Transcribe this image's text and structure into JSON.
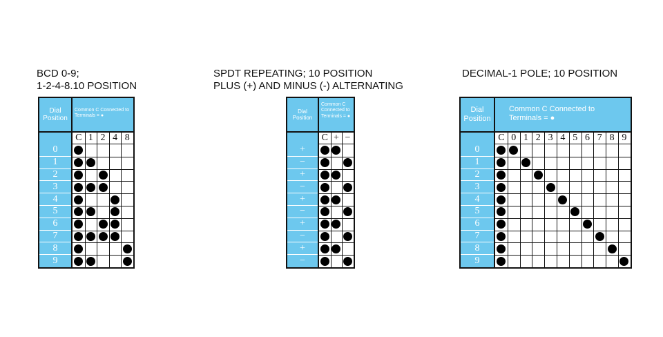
{
  "tables": [
    {
      "id": "bcd",
      "title_lines": [
        "BCD 0-9;",
        "1-2-4-8.10 POSITION"
      ],
      "left_header": "Dial Position",
      "right_header": "Common C Connected to Terminals = ●",
      "columns": [
        "C",
        "1",
        "2",
        "4",
        "8"
      ],
      "row_labels": [
        "0",
        "1",
        "2",
        "3",
        "4",
        "5",
        "6",
        "7",
        "8",
        "9"
      ],
      "dots": [
        [
          0
        ],
        [
          0,
          1
        ],
        [
          0,
          2
        ],
        [
          0,
          1,
          2
        ],
        [
          0,
          3
        ],
        [
          0,
          1,
          3
        ],
        [
          0,
          2,
          3
        ],
        [
          0,
          1,
          2,
          3
        ],
        [
          0,
          4
        ],
        [
          0,
          1,
          4
        ]
      ]
    },
    {
      "id": "spdt",
      "title_lines": [
        "SPDT REPEATING; 10 POSITION",
        "PLUS (+) AND MINUS (-) ALTERNATING"
      ],
      "left_header": "Dial Position",
      "right_header": "Common C Connected to Terminals = ●",
      "columns": [
        "C",
        "+",
        "−"
      ],
      "row_labels": [
        "+",
        "−",
        "+",
        "−",
        "+",
        "−",
        "+",
        "−",
        "+",
        "−"
      ],
      "dots": [
        [
          0,
          1
        ],
        [
          0,
          2
        ],
        [
          0,
          1
        ],
        [
          0,
          2
        ],
        [
          0,
          1
        ],
        [
          0,
          2
        ],
        [
          0,
          1
        ],
        [
          0,
          2
        ],
        [
          0,
          1
        ],
        [
          0,
          2
        ]
      ]
    },
    {
      "id": "decimal",
      "title_lines": [
        "DECIMAL-1 POLE; 10 POSITION"
      ],
      "left_header": "Dial Position",
      "right_header": "Common C Connected to Terminals = ●",
      "columns": [
        "C",
        "0",
        "1",
        "2",
        "3",
        "4",
        "5",
        "6",
        "7",
        "8",
        "9"
      ],
      "row_labels": [
        "0",
        "1",
        "2",
        "3",
        "4",
        "5",
        "6",
        "7",
        "8",
        "9"
      ],
      "dots": [
        [
          0,
          1
        ],
        [
          0,
          2
        ],
        [
          0,
          3
        ],
        [
          0,
          4
        ],
        [
          0,
          5
        ],
        [
          0,
          6
        ],
        [
          0,
          7
        ],
        [
          0,
          8
        ],
        [
          0,
          9
        ],
        [
          0,
          10
        ]
      ]
    }
  ]
}
